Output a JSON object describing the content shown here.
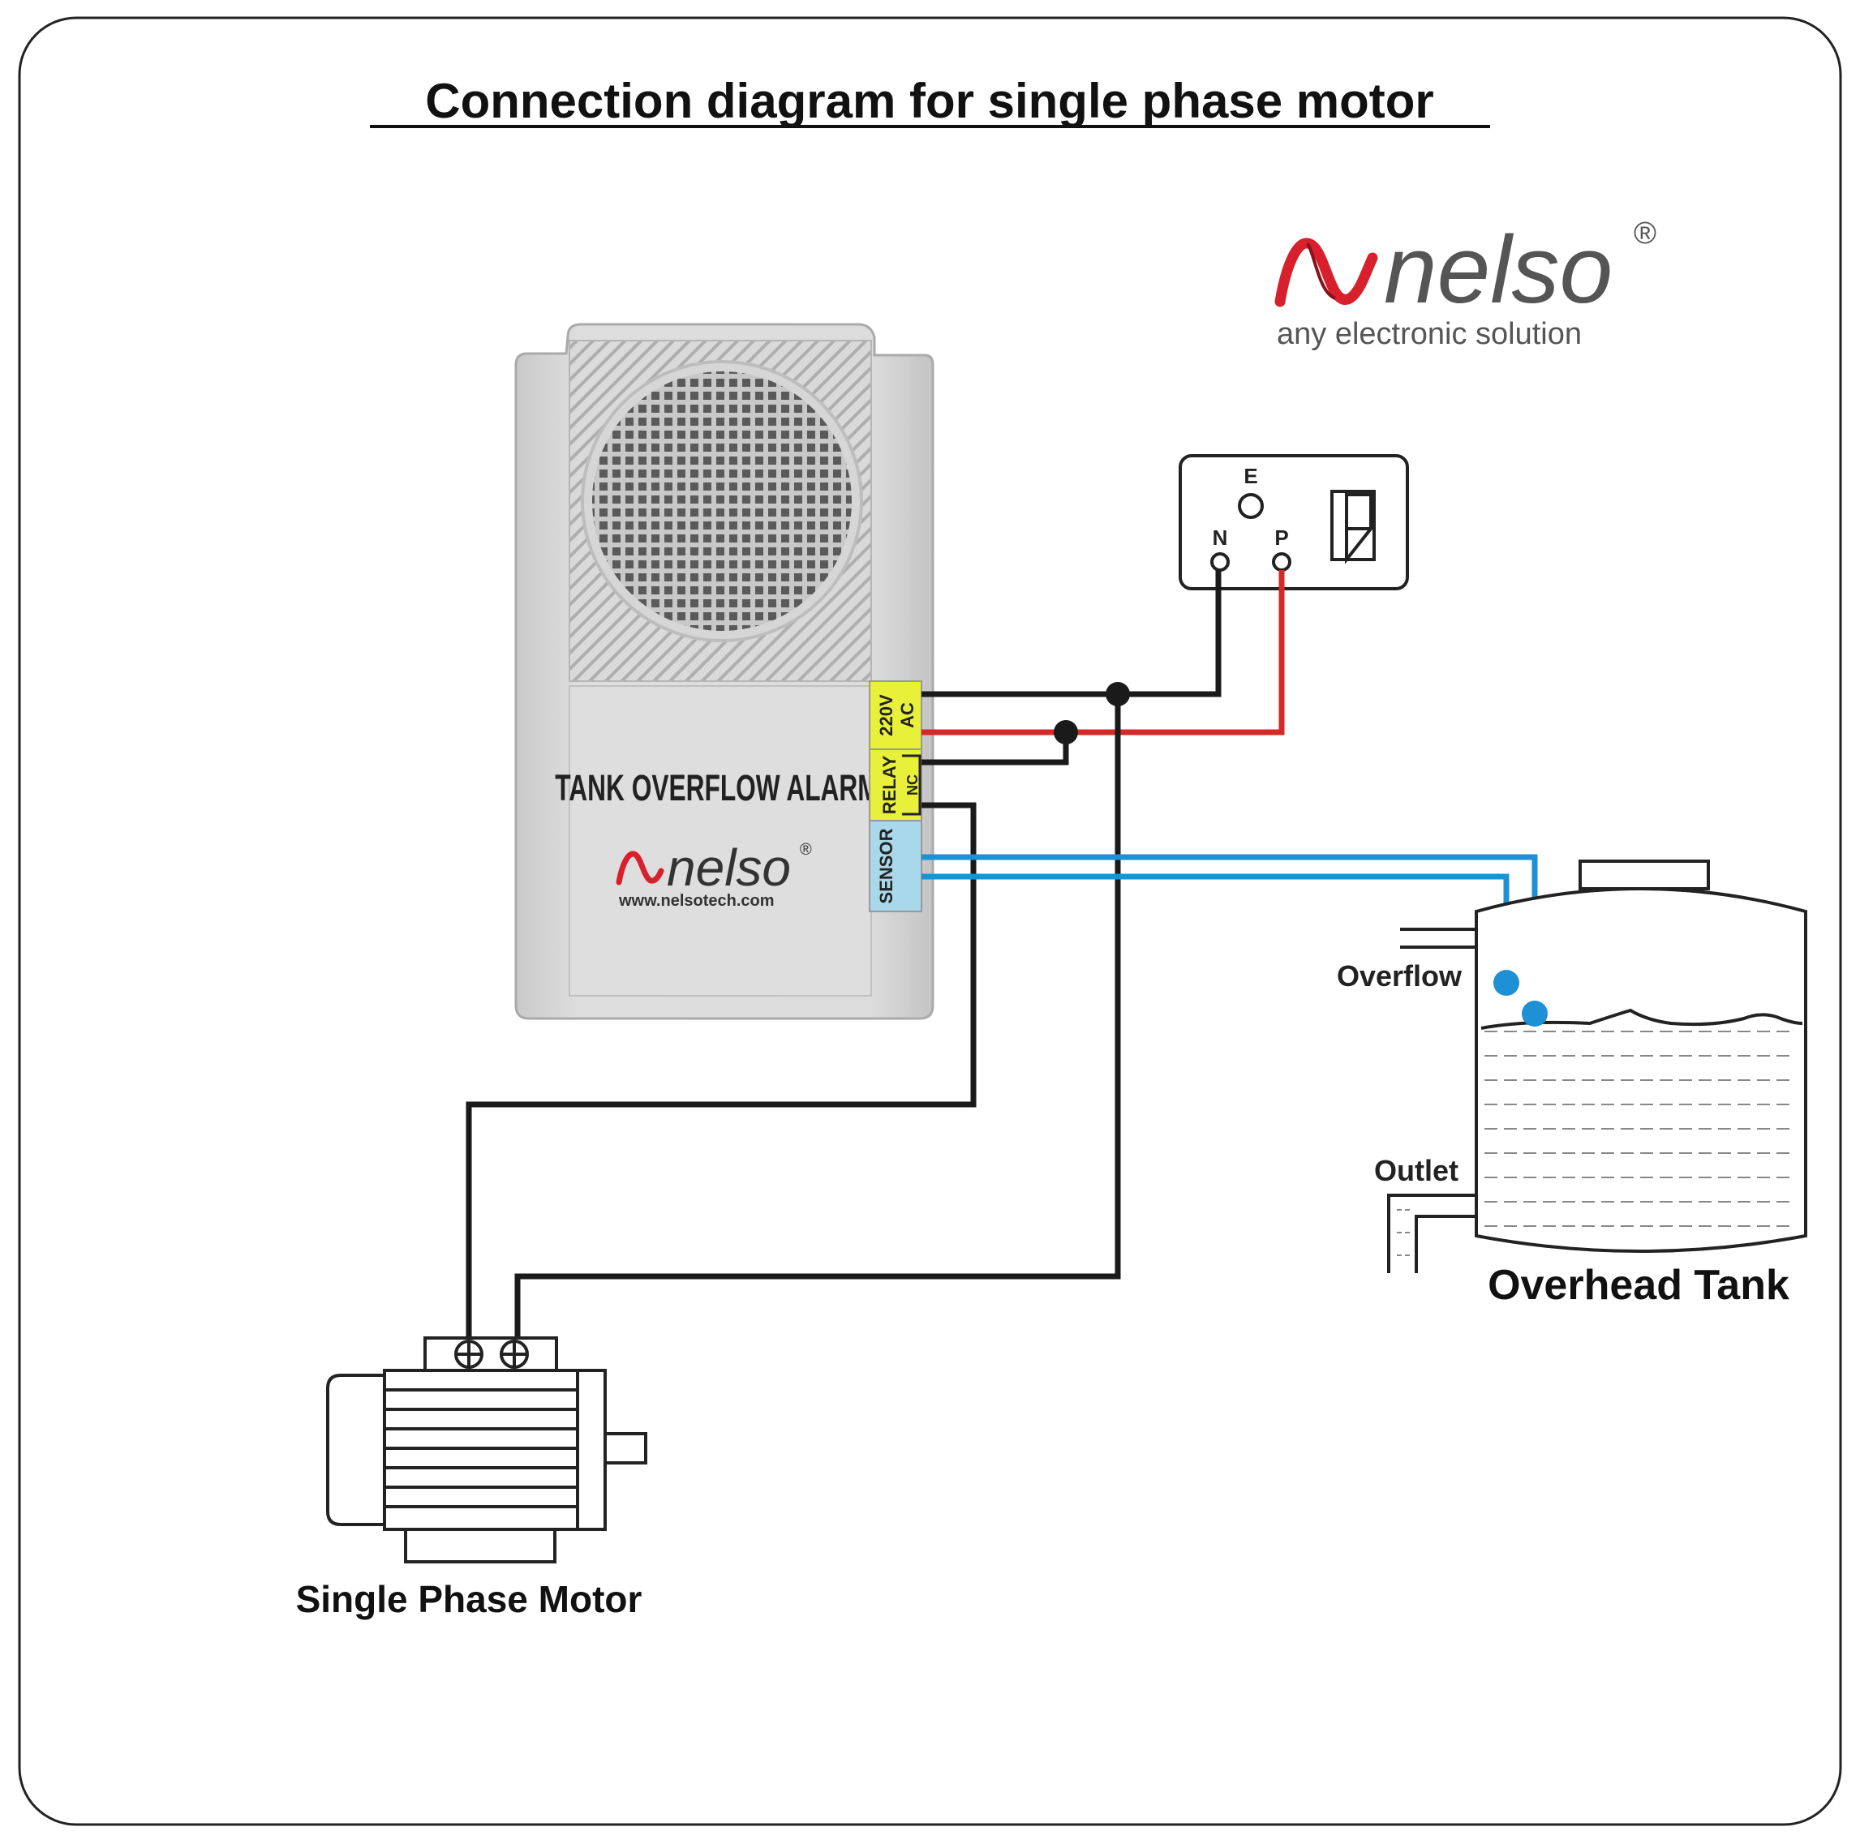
{
  "title": "Connection diagram for single phase motor",
  "brand": {
    "name": "nelso",
    "registered": "®",
    "tagline": "any electronic solution"
  },
  "device": {
    "label": "TANK OVERFLOW ALARM",
    "brand_name": "nelso",
    "registered": "®",
    "website": "www.nelsotech.com",
    "terminal_power_line1": "220V",
    "terminal_power_line2": "AC",
    "terminal_relay": "RELAY",
    "terminal_relay_nc": "NC",
    "terminal_sensor": "SENSOR"
  },
  "socket": {
    "earth": "E",
    "neutral": "N",
    "phase": "P"
  },
  "tank": {
    "label": "Overhead Tank",
    "overflow_label": "Overflow",
    "outlet_label": "Outlet"
  },
  "motor": {
    "label": "Single Phase Motor"
  },
  "colors": {
    "wire_black": "#1a1a1a",
    "wire_red": "#d62828",
    "wire_blue": "#1e90d6",
    "terminal_yellow": "#e8f03a",
    "terminal_blue": "#a8d8ea",
    "device_body": "#dcdcdc",
    "brand_red": "#d8202c",
    "brand_gray": "#555555"
  }
}
